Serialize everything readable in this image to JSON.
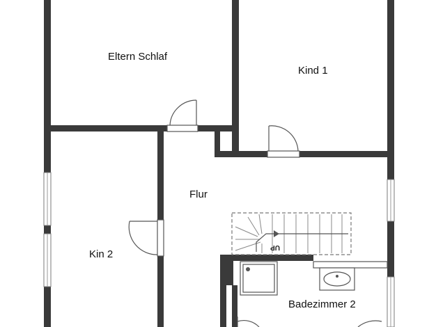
{
  "rooms": {
    "eltern_schlaf": "Eltern Schlaf",
    "kind1": "Kind 1",
    "flur": "Flur",
    "kin2": "Kin 2",
    "badezimmer2": "Badezimmer 2"
  },
  "stairs": {
    "direction_label": "UP"
  },
  "colors": {
    "wall": "#3a3a3a",
    "background": "#ffffff"
  }
}
